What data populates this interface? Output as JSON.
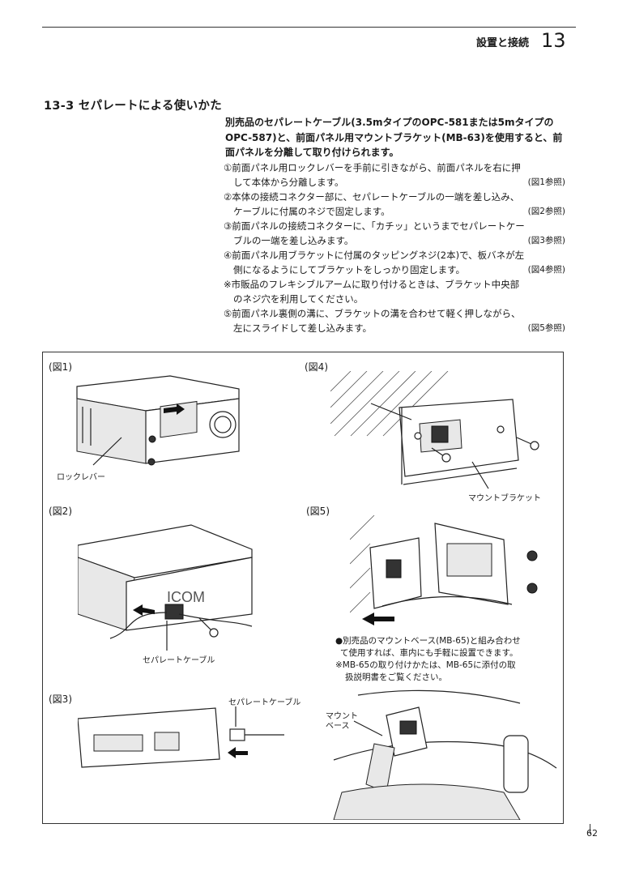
{
  "header": {
    "section_name": "設置と接続",
    "chapter_number": "13"
  },
  "section": {
    "title": "13-3 セパレートによる使いかた"
  },
  "intro": "別売品のセパレートケーブル(3.5mタイプのOPC-581または5mタイプのOPC-587)と、前面パネル用マウントブラケット(MB-63)を使用すると、前面パネルを分離して取り付けられます。",
  "steps": [
    {
      "line1": "①前面パネル用ロックレバーを手前に引きながら、前面パネルを右に押",
      "line2": "して本体から分離します。",
      "ref": "(図1参照)"
    },
    {
      "line1": "②本体の接続コネクター部に、セパレートケーブルの一端を差し込み、",
      "line2": "ケーブルに付属のネジで固定します。",
      "ref": "(図2参照)"
    },
    {
      "line1": "③前面パネルの接続コネクターに、「カチッ」というまでセパレートケー",
      "line2": "ブルの一端を差し込みます。",
      "ref": "(図3参照)"
    },
    {
      "line1": "④前面パネル用ブラケットに付属のタッピングネジ(2本)で、板バネが左",
      "line2": "側になるようにしてブラケットをしっかり固定します。",
      "ref": "(図4参照)"
    },
    {
      "line1": "※市販品のフレキシブルアームに取り付けるときは、ブラケット中央部",
      "line2": "のネジ穴を利用してください。",
      "ref": ""
    },
    {
      "line1": "⑤前面パネル裏側の溝に、ブラケットの溝を合わせて軽く押しながら、",
      "line2": "左にスライドして差し込みます。",
      "ref": "(図5参照)"
    }
  ],
  "figures": {
    "fig1": {
      "label": "(図1)",
      "callout": "ロックレバー"
    },
    "fig2": {
      "label": "(図2)",
      "callout": "セパレートケーブル"
    },
    "fig3": {
      "label": "(図3)",
      "callout": "セパレートケーブル"
    },
    "fig4": {
      "label": "(図4)",
      "callout": "マウントブラケット"
    },
    "fig5": {
      "label": "(図5)",
      "note1": "●別売品のマウントベース(MB-65)と組み合わせ",
      "note2": "て使用すれば、車内にも手軽に設置できます。",
      "note3": "※MB-65の取り付けかたは、MB-65に添付の取",
      "note4": "扱説明書をご覧ください。",
      "callout1": "マウント",
      "callout2": "ベース"
    }
  },
  "logo_text": "ICOM",
  "page_number": "62"
}
